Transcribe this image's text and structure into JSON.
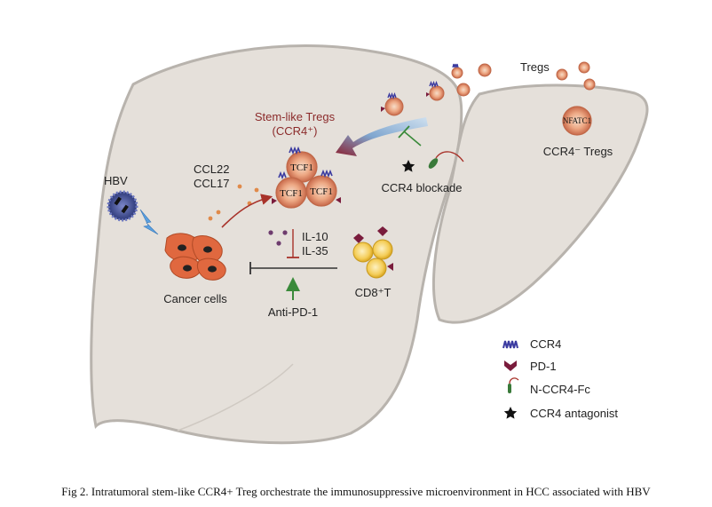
{
  "labels": {
    "tregs": "Tregs",
    "stem_like_title": "Stem-like Tregs",
    "stem_like_sub": "(CCR4⁺)",
    "ccr4_neg_tregs": "CCR4⁻ Tregs",
    "nfatc1": "NFATC1",
    "tcf1": "TCF1",
    "hbv": "HBV",
    "ccl22": "CCL22",
    "ccl17": "CCL17",
    "cancer_cells": "Cancer cells",
    "ccr4_blockade": "CCR4 blockade",
    "il10": "IL-10",
    "il35": "IL-35",
    "cd8t": "CD8⁺T",
    "anti_pd1": "Anti-PD-1"
  },
  "legend": [
    {
      "icon": "ccr4-icon",
      "label": "CCR4"
    },
    {
      "icon": "pd1-icon",
      "label": "PD-1"
    },
    {
      "icon": "n-ccr4-fc-icon",
      "label": "N-CCR4-Fc"
    },
    {
      "icon": "star-icon",
      "label": "CCR4 antagonist"
    }
  ],
  "caption": "Fig 2. Intratumoral stem-like CCR4+ Treg orchestrate the immunosuppressive microenvironment in HCC associated with HBV",
  "colors": {
    "liver_fill": "#e5e0da",
    "liver_stroke": "#b8b3ad",
    "treg_fill": "#e8a078",
    "cancer_fill": "#e0683f",
    "cd8_fill": "#f2cc55",
    "ccr4_blue": "#3a3aa0",
    "pd1_maroon": "#7a1c3c",
    "arrow_red": "#a8322a",
    "inhibit_green": "#3a8a3a"
  }
}
